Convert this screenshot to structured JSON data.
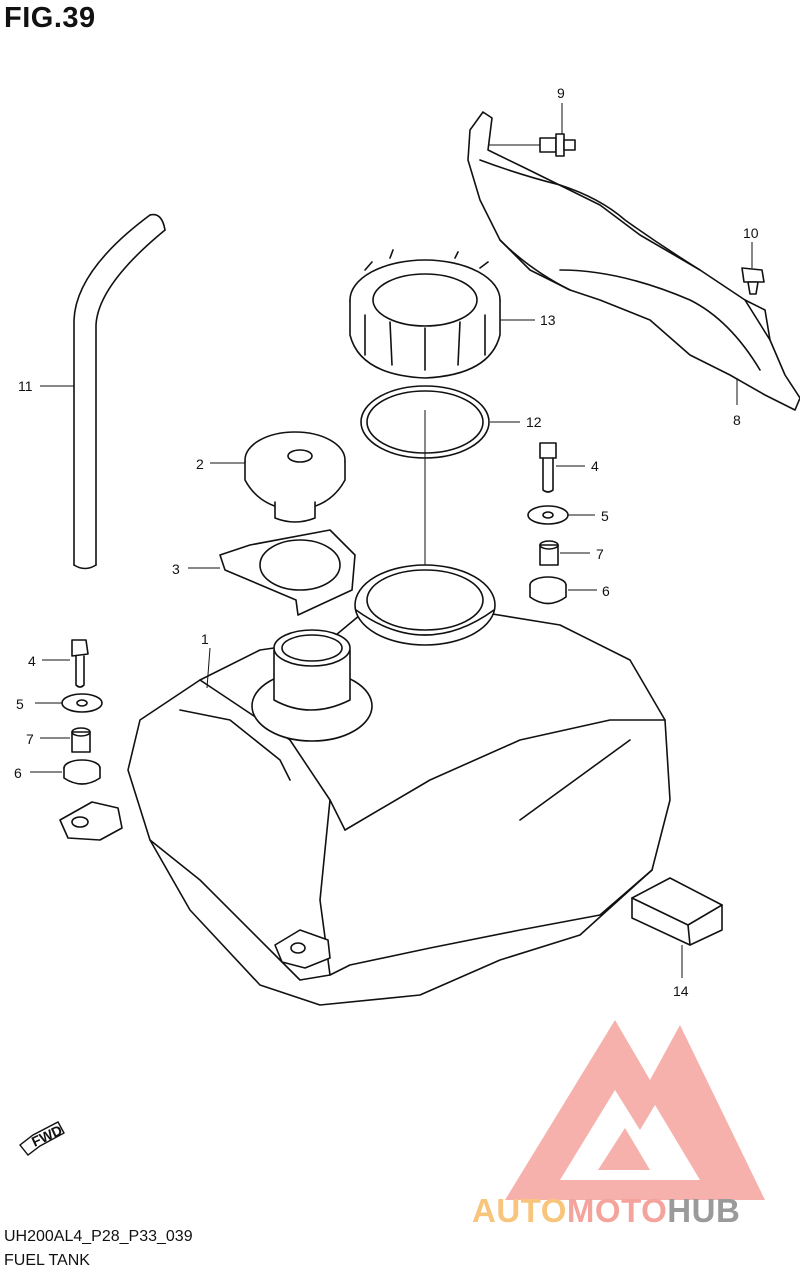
{
  "figure_title": "FIG.39",
  "diagram_code": "UH200AL4_P28_P33_039",
  "diagram_name": "FUEL TANK",
  "fwd_label": "FWD",
  "brand": {
    "part1": "AUTO",
    "part2": "MOTO",
    "part3": "HUB"
  },
  "brand_colors": {
    "logo_red": "#f4a39d",
    "logo_orange": "#f8c57c",
    "logo_gray": "#9a9a9a"
  },
  "callouts": {
    "c1": "1",
    "c2": "2",
    "c3": "3",
    "c4a": "4",
    "c4b": "4",
    "c5a": "5",
    "c5b": "5",
    "c6a": "6",
    "c6b": "6",
    "c7a": "7",
    "c7b": "7",
    "c8": "8",
    "c9": "9",
    "c10": "10",
    "c11": "11",
    "c12": "12",
    "c13": "13",
    "c14": "14"
  }
}
